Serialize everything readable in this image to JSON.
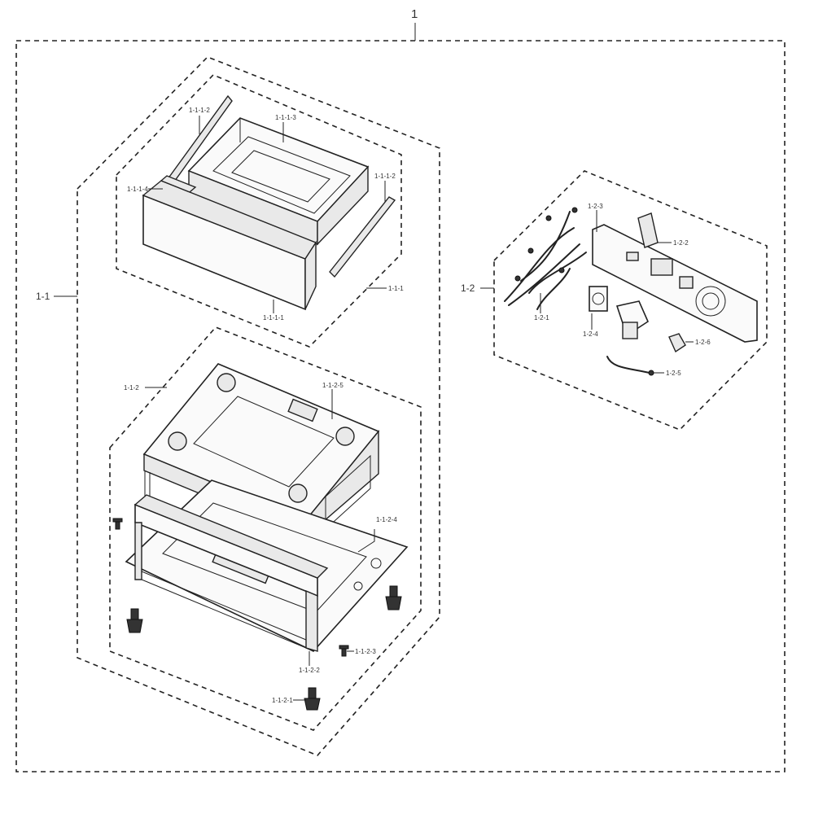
{
  "labels": {
    "root": "1",
    "base_assy": "1-1",
    "drawer_assy": "1-1-1",
    "drawer_front": "1-1-1-1",
    "drawer_rail_left": "1-1-1-2",
    "drawer_rail_right": "1-1-1-2",
    "drawer_tub": "1-1-1-3",
    "drawer_bracket": "1-1-1-4",
    "frame_assy": "1-1-2",
    "frame_foot": "1-1-2-1",
    "frame_front_bar": "1-1-2-2",
    "frame_screw": "1-1-2-3",
    "frame_base_plate": "1-1-2-4",
    "frame_top": "1-1-2-5",
    "control_assy": "1-2",
    "harness": "1-2-1",
    "bracket": "1-2-2",
    "control_pcb": "1-2-3",
    "valve": "1-2-4",
    "hose": "1-2-5",
    "sensor": "1-2-6"
  }
}
